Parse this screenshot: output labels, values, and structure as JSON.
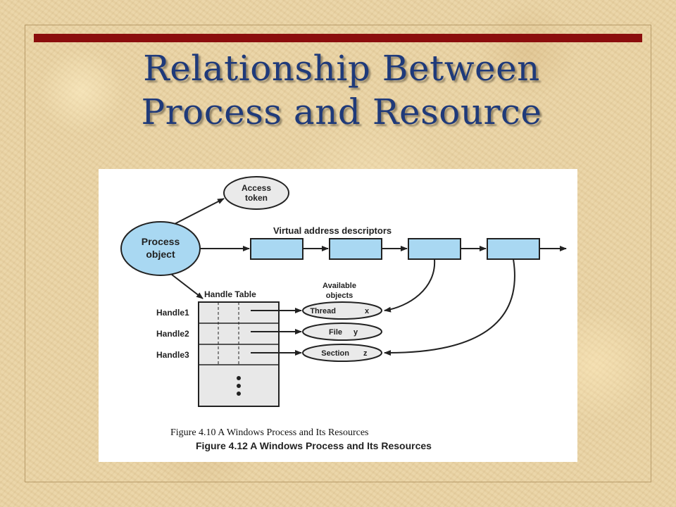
{
  "slide": {
    "title_line1": "Relationship Between",
    "title_line2": "Process and Resource",
    "accent_color": "#8b0d0d",
    "title_color": "#1f3a7a"
  },
  "diagram": {
    "access_token_line1": "Access",
    "access_token_line2": "token",
    "process_object_line1": "Process",
    "process_object_line2": "object",
    "vad_label": "Virtual address descriptors",
    "handle_table_label": "Handle Table",
    "available_objects_line1": "Available",
    "available_objects_line2": "objects",
    "handles": [
      "Handle1",
      "Handle2",
      "Handle3"
    ],
    "objects": [
      {
        "type": "Thread",
        "name": "x"
      },
      {
        "type": "File",
        "name": "y"
      },
      {
        "type": "Section",
        "name": "z"
      }
    ],
    "node_fill": "#a9d8f2"
  },
  "captions": {
    "caption_inserted": "Figure 4.10  A Windows Process and Its Resources",
    "caption_original": "Figure 4.12  A Windows Process and Its Resources"
  }
}
